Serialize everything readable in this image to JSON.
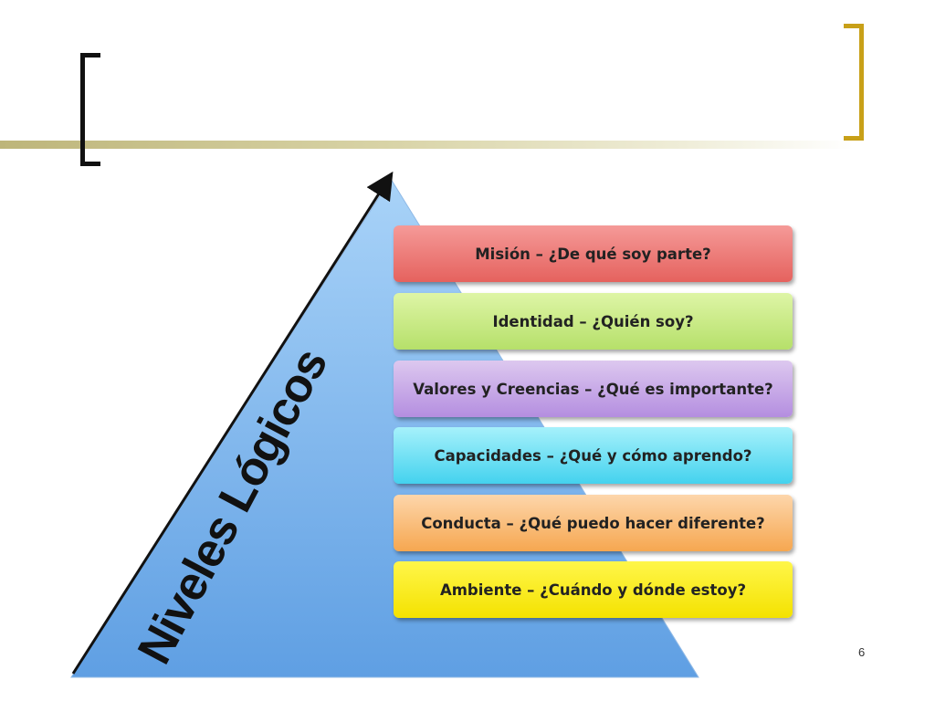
{
  "slide": {
    "pyramid_label": "Niveles Lógicos",
    "page_number": "6",
    "levels": [
      {
        "text": "Misión – ¿De qué soy parte?",
        "color_top": "#f59a98",
        "color_bottom": "#e5625e"
      },
      {
        "text": "Identidad – ¿Quién soy?",
        "color_top": "#def5a6",
        "color_bottom": "#b6e06a"
      },
      {
        "text": "Valores y Creencias – ¿Qué es importante?",
        "color_top": "#ddc8ef",
        "color_bottom": "#b48ee0"
      },
      {
        "text": "Capacidades – ¿Qué y cómo aprendo?",
        "color_top": "#a6f1fb",
        "color_bottom": "#44d2ee"
      },
      {
        "text": "Conducta – ¿Qué puedo hacer diferente?",
        "color_top": "#fdd6ab",
        "color_bottom": "#f6a750"
      },
      {
        "text": "Ambiente – ¿Cuándo y dónde estoy?",
        "color_top": "#fff64a",
        "color_bottom": "#f4e200"
      }
    ],
    "colors": {
      "pyramid_top": "#a9d3f8",
      "pyramid_bottom": "#5f9fe3",
      "accent_bracket": "#c8a018"
    }
  }
}
